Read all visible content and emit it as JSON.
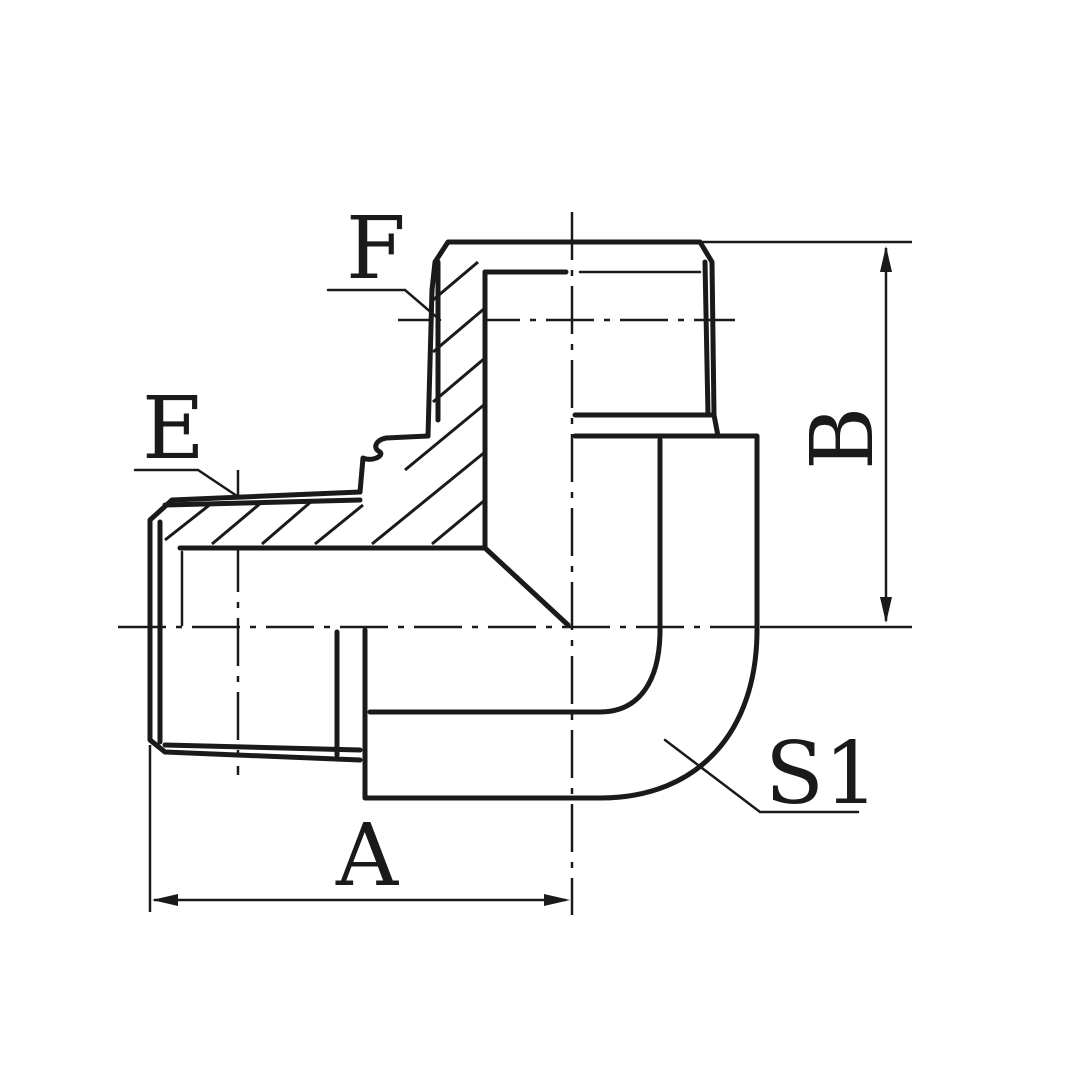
{
  "labels": {
    "f": "F",
    "e": "E",
    "b": "B",
    "a": "A",
    "s1": "S1"
  },
  "colors": {
    "ink": "#1a1a1a",
    "background": "#ffffff"
  }
}
